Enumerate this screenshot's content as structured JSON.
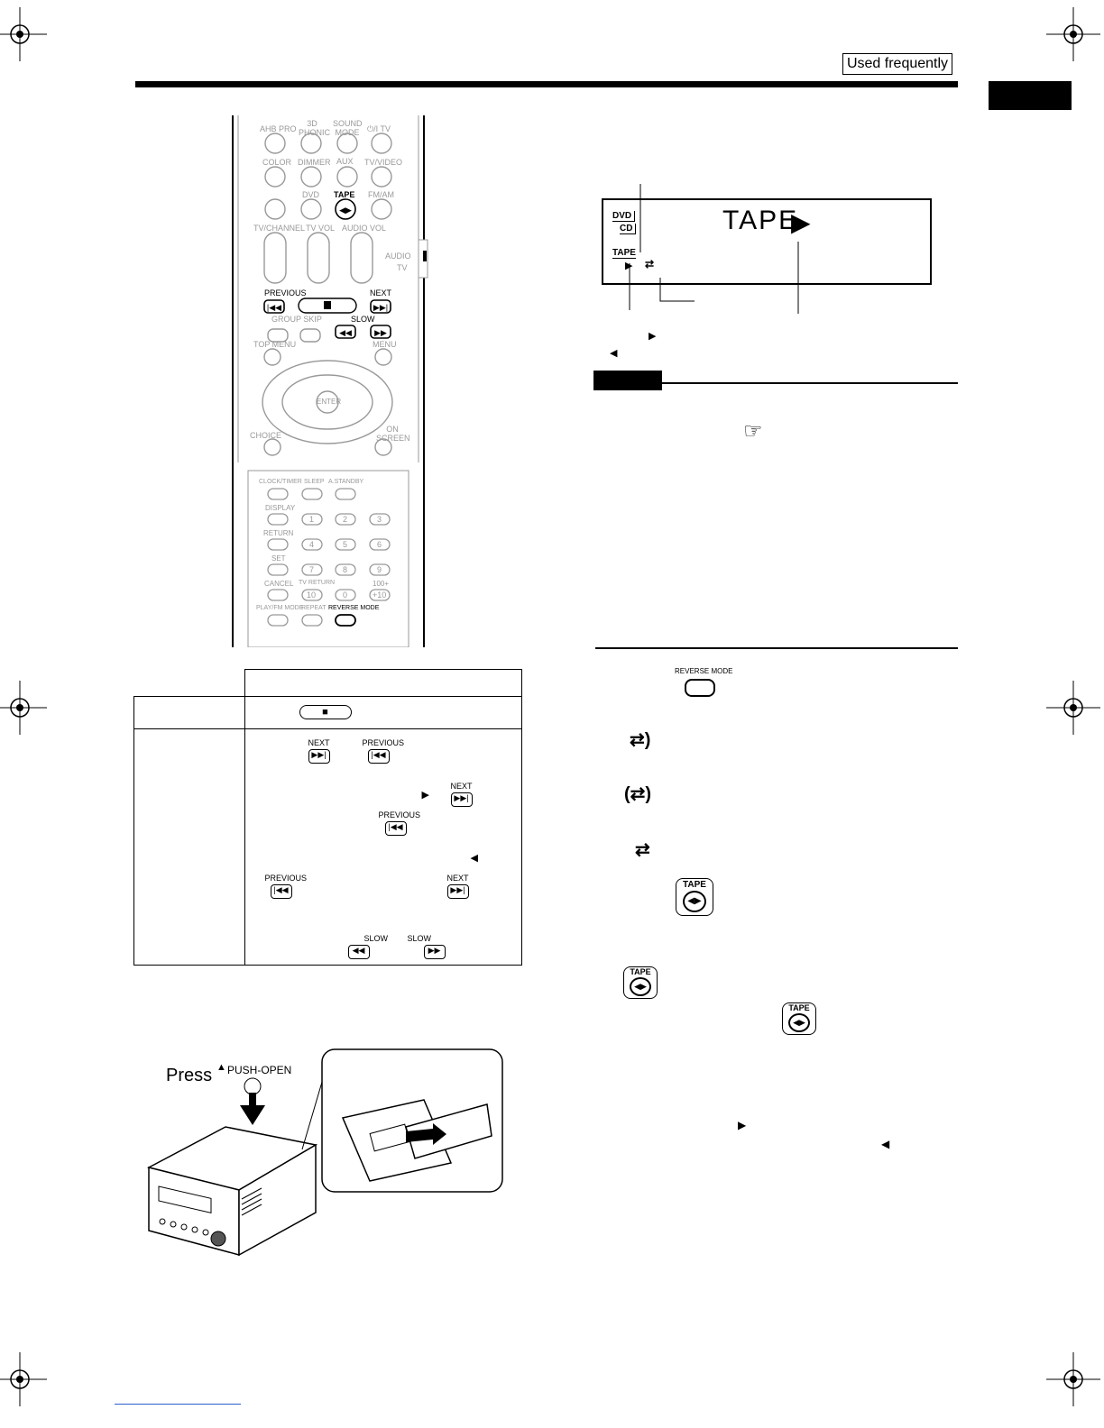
{
  "header": {
    "tag": "Used frequently"
  },
  "remote": {
    "row1": [
      "AHB PRO",
      "3D PHONIC",
      "SOUND MODE",
      "⏻/I TV"
    ],
    "row2": [
      "COLOR",
      "DIMMER",
      "AUX",
      "TV/VIDEO"
    ],
    "row3": [
      "DVD",
      "TAPE",
      "FM/AM"
    ],
    "row4": [
      "TV/CHANNEL",
      "TV VOL",
      "AUDIO VOL"
    ],
    "slider": [
      "AUDIO",
      "TV"
    ],
    "transport": {
      "previous": "PREVIOUS",
      "next": "NEXT",
      "group_skip": "GROUP SKIP",
      "slow": "SLOW",
      "top_menu": "TOP MENU",
      "menu": "MENU",
      "enter": "ENTER",
      "choice": "CHOICE",
      "on_screen": "ON SCREEN"
    },
    "lower": {
      "clock": "CLOCK/TIMER",
      "sleep": "SLEEP",
      "standby": "A.STANDBY",
      "display": "DISPLAY",
      "return": "RETURN",
      "set": "SET",
      "cancel": "CANCEL",
      "tv_return": "TV RETURN",
      "plus10": "100+",
      "play_fm": "PLAY/FM MODE",
      "repeat": "REPEAT",
      "reverse": "REVERSE MODE"
    },
    "digits": [
      "1",
      "2",
      "3",
      "4",
      "5",
      "6",
      "7",
      "8",
      "9",
      "10",
      "0",
      "+10"
    ]
  },
  "display": {
    "src_dvd": "DVD",
    "src_cd": "CD",
    "src_tape": "TAPE",
    "main": "TAPE"
  },
  "ops_table": {
    "stop_btn": "■",
    "next": "NEXT",
    "previous": "PREVIOUS",
    "slow": "SLOW"
  },
  "right_col": {
    "reverse_btn": "REVERSE MODE",
    "tape_btn": "TAPE"
  },
  "illustration": {
    "press": "Press",
    "push_open": "PUSH-OPEN"
  }
}
